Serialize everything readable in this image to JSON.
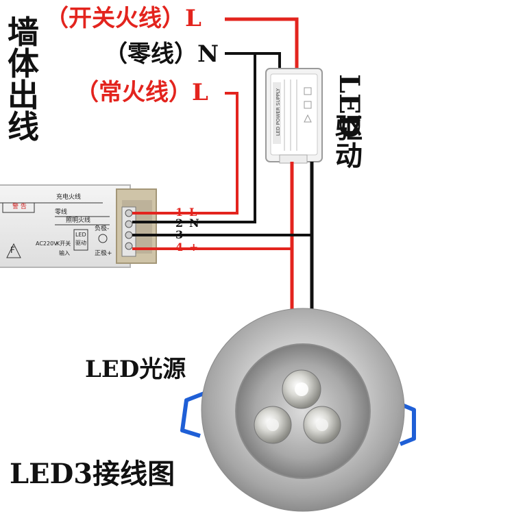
{
  "labels": {
    "switch_live": "（开关火线）L",
    "neutral": "（零线）N",
    "constant_live": "（常火线）L",
    "wall_outlet": [
      "墙",
      "体",
      "出",
      "线"
    ],
    "led_driver_led": "LED",
    "led_driver_cn": [
      "驱",
      "动"
    ],
    "led_light_source": "LED光源",
    "diagram_title": "LED3接线图"
  },
  "terminals": [
    {
      "num": "1",
      "sym": "L",
      "color": "red"
    },
    {
      "num": "2",
      "sym": "N",
      "color": "black"
    },
    {
      "num": "3",
      "sym": "-",
      "color": "black"
    },
    {
      "num": "4",
      "sym": "+",
      "color": "red"
    }
  ],
  "ballast": {
    "warning_title": "警 告",
    "charge_live": "充电火线",
    "neutral_text": "零线",
    "lighting_live": "照明火线",
    "load_minus": "负极-",
    "load_plus": "正极+",
    "input_voltage": "AC220V",
    "switch_label": "K开关",
    "input_label": "输入",
    "led_label": "LED",
    "driver_label": "驱动",
    "mark": "F"
  },
  "driver_box_text": "LED POWER SUPPLY",
  "colors": {
    "red_wire": "#e3241e",
    "black_wire": "#111111",
    "label_red": "#e3241e"
  }
}
